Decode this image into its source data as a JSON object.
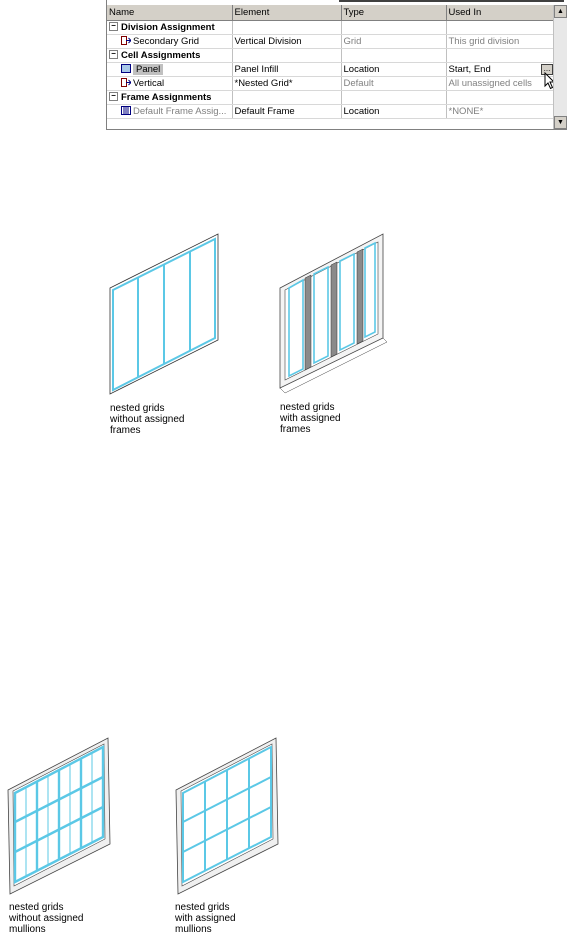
{
  "colors": {
    "glass": "#5bc8e6",
    "frame": "#7a7a7a",
    "selected_bg": "#c0c0c0",
    "header_bg": "#d4d0c8"
  },
  "grid": {
    "headers": [
      "Name",
      "Element",
      "Type",
      "Used In"
    ],
    "rows": [
      {
        "kind": "category",
        "toggle": "−",
        "name": "Division Assignment"
      },
      {
        "kind": "item",
        "icon": "division-icon",
        "name": "Secondary Grid",
        "element": "Vertical Division",
        "type": "Grid",
        "used_in": "This grid division"
      },
      {
        "kind": "category",
        "toggle": "−",
        "name": "Cell Assignments"
      },
      {
        "kind": "item",
        "icon": "panel-icon",
        "name": "Panel",
        "element": "Panel Infill",
        "type": "Location",
        "used_in": "Start, End"
      },
      {
        "kind": "item",
        "icon": "division-icon",
        "name": "Vertical",
        "element": "*Nested Grid*",
        "type": "Default",
        "used_in": "All unassigned cells"
      },
      {
        "kind": "category",
        "toggle": "−",
        "name": "Frame Assignments"
      },
      {
        "kind": "item",
        "icon": "frame-icon",
        "name": "Default Frame Assig...",
        "element": "Default Frame",
        "type": "Location",
        "used_in": "*NONE*"
      }
    ],
    "ellipsis_label": "..."
  },
  "figures": {
    "fig1_caption": [
      "nested grids",
      "without assigned",
      "frames"
    ],
    "fig2_caption": [
      "nested grids",
      "with assigned",
      "frames"
    ],
    "fig3_caption": [
      "nested grids",
      "without assigned",
      "mullions"
    ],
    "fig4_caption": [
      "nested grids",
      "with assigned",
      "mullions"
    ]
  }
}
